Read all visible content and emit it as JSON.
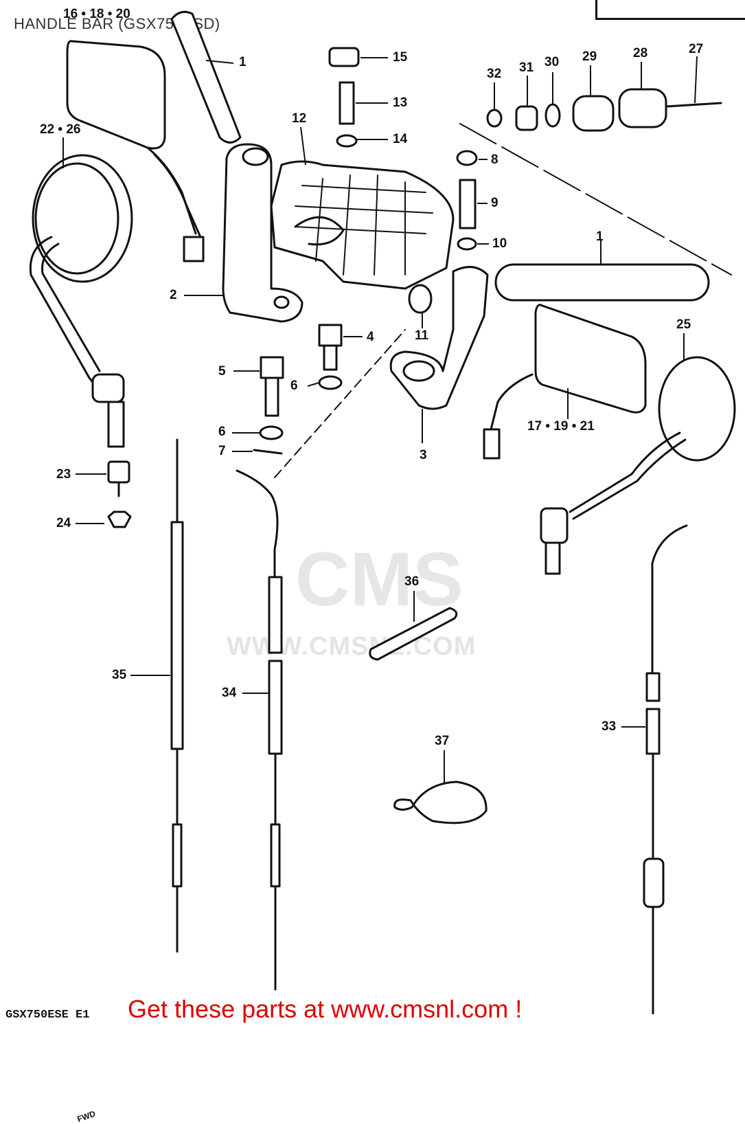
{
  "page": {
    "title": "HANDLE BAR (GSX750ESD)",
    "model_code": "GSX750ESE E1",
    "promo": "Get these parts at www.cmsnl.com !"
  },
  "watermark": {
    "logo": "CMS",
    "url": "WWW.CMSNL.COM"
  },
  "fwd_label": "FWD",
  "callouts": {
    "c16_18_20": "16 • 18 • 20",
    "c1a": "1",
    "c22_26": "22 • 26",
    "c15": "15",
    "c13": "13",
    "c14": "14",
    "c12": "12",
    "c32": "32",
    "c31": "31",
    "c30": "30",
    "c29": "29",
    "c28": "28",
    "c27": "27",
    "c8": "8",
    "c9": "9",
    "c10": "10",
    "c1b": "1",
    "c2": "2",
    "c4": "4",
    "c11": "11",
    "c25": "25",
    "c5": "5",
    "c6a": "6",
    "c6b": "6",
    "c7": "7",
    "c17_19_21": "17 • 19 • 21",
    "c3": "3",
    "c23": "23",
    "c24": "24",
    "c36": "36",
    "c35": "35",
    "c34": "34",
    "c37": "37",
    "c33": "33"
  }
}
